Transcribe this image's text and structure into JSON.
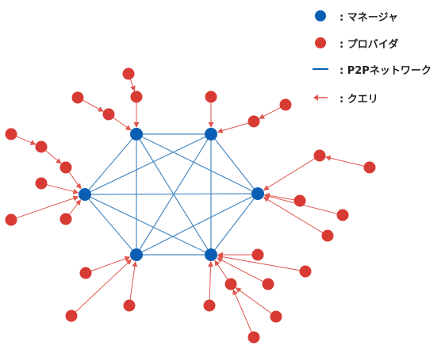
{
  "legend": {
    "manager_label": ": マネージャ",
    "provider_label": ": プロバイダ",
    "network_label": ": P2Pネットワーク",
    "query_label": ": クエリ"
  },
  "colors": {
    "manager": "#0a5fb4",
    "provider": "#d83a34",
    "network": "#4a8ac4",
    "query": "#e0564f"
  },
  "icons": {
    "manager": "blue-dot-icon",
    "provider": "red-dot-icon",
    "network": "blue-line-icon",
    "query": "red-arrow-icon"
  }
}
